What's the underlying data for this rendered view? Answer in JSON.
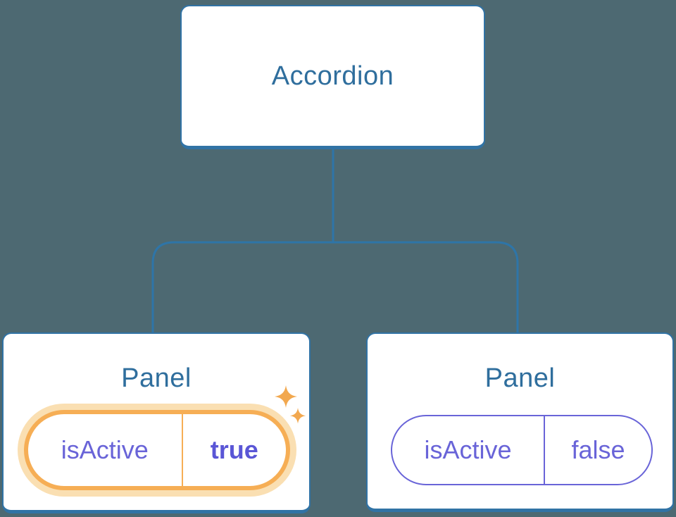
{
  "diagram": {
    "root": {
      "label": "Accordion"
    },
    "panels": [
      {
        "label": "Panel",
        "state_key": "isActive",
        "state_value": "true",
        "active": true,
        "icon": "sparkles-icon"
      },
      {
        "label": "Panel",
        "state_key": "isActive",
        "state_value": "false",
        "active": false
      }
    ]
  },
  "colors": {
    "background": "#4d6972",
    "node-bg": "#ffffff",
    "node-border": "#3173a5",
    "node-text": "#2f6e9d",
    "line": "#2e75a8",
    "purple": "#6964d8",
    "purple-bold": "#5a56d6",
    "orange": "#f6ae55",
    "orange-glow": "#fadfb2",
    "sparkle": "#f2a84f"
  }
}
